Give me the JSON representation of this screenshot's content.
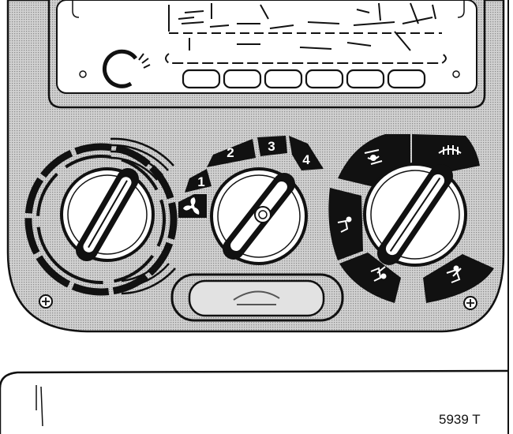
{
  "figure": {
    "reference_code": "5939 T"
  },
  "fan_speed_control": {
    "positions": [
      "1",
      "2",
      "3",
      "4"
    ],
    "icon": "fan-icon"
  },
  "temperature_control": {
    "icon": "temperature-scale-icon"
  },
  "air_distribution_control": {
    "icons": [
      "windscreen-face-icon",
      "windscreen-defrost-icon",
      "face-vent-icon",
      "foot-vent-icon",
      "face-foot-vent-icon"
    ]
  },
  "recirculation_button": {
    "icon": "recirculation-icon"
  },
  "colors": {
    "panel_fill": "#c9c9c9",
    "line": "#111111",
    "background": "#ffffff"
  }
}
